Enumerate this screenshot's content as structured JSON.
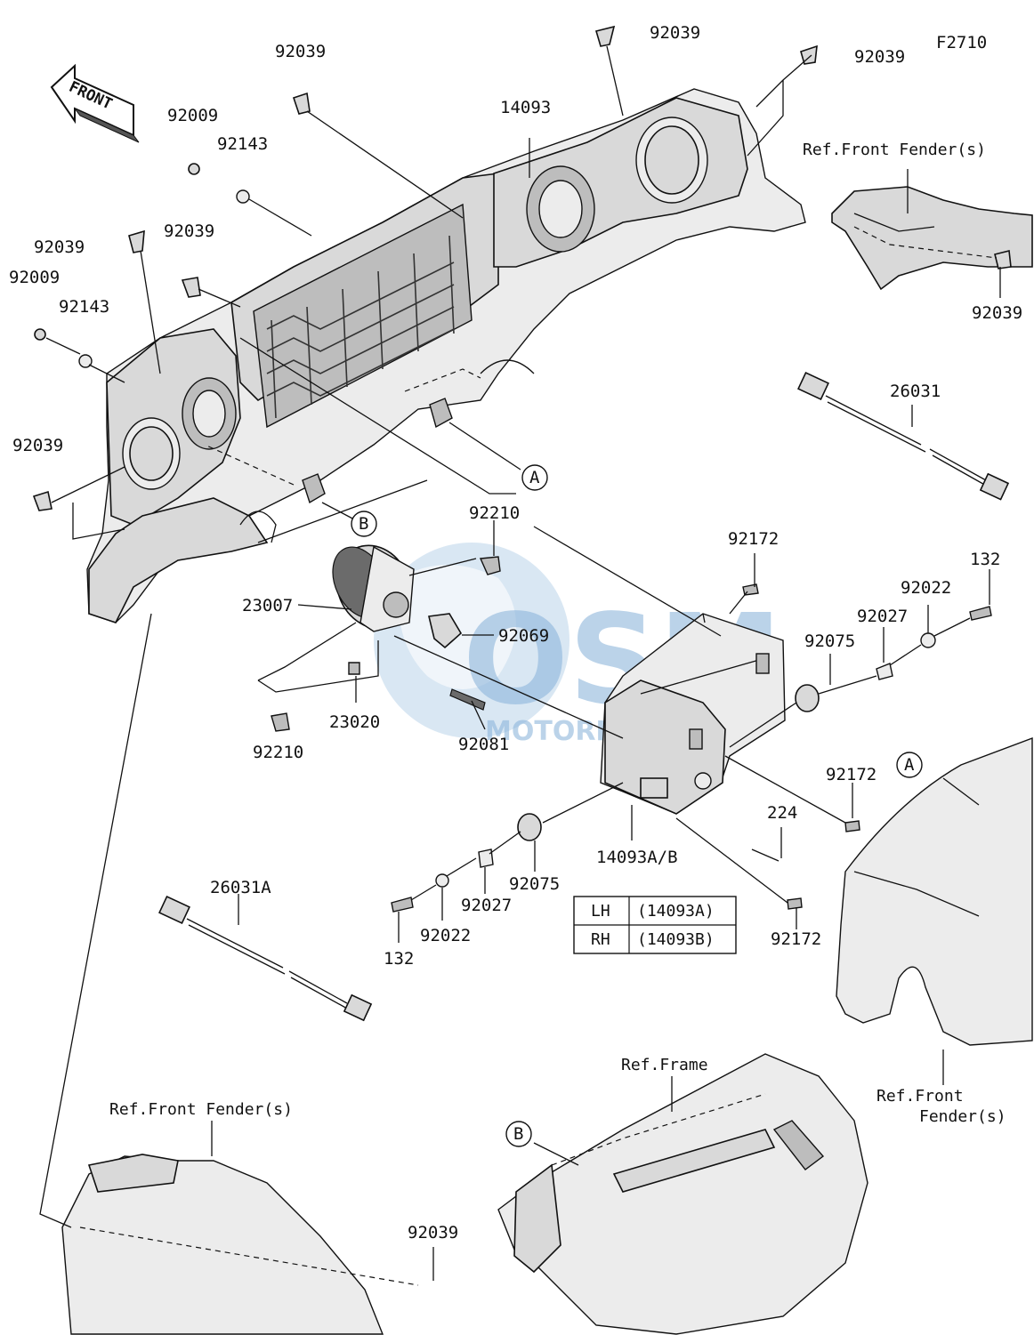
{
  "figure_code": "F2710",
  "front_arrow_text": "FRONT",
  "watermark": {
    "main": "OSM",
    "sub": "MOTORPARTS"
  },
  "part_labels": {
    "p92039_top1": "92039",
    "p92039_top2": "92039",
    "p92039_upper_left": "92039",
    "p92039_left_mid": "92039",
    "p92039_left_center": "92039",
    "p92039_left_low": "92039",
    "p92039_right": "92039",
    "p92039_bottom": "92039",
    "p92009_a": "92009",
    "p92009_b": "92009",
    "p92143_a": "92143",
    "p92143_b": "92143",
    "p14093": "14093",
    "p26031": "26031",
    "p26031A": "26031A",
    "p92210_top": "92210",
    "p92210_low": "92210",
    "p23007": "23007",
    "p92069": "92069",
    "p23020": "23020",
    "p92081": "92081",
    "p92172_top": "92172",
    "p92172_mid": "92172",
    "p92172_low": "92172",
    "p132_right": "132",
    "p132_left": "132",
    "p92022_right": "92022",
    "p92022_left": "92022",
    "p92027_right": "92027",
    "p92027_left": "92027",
    "p92075_right": "92075",
    "p92075_left": "92075",
    "p224": "224",
    "p14093AB": "14093A/B"
  },
  "reference_labels": {
    "front_fender_top": "Ref.Front Fender(s)",
    "front_fender_right_1": "Ref.Front",
    "front_fender_right_2": "Fender(s)",
    "front_fender_bottom": "Ref.Front Fender(s)",
    "frame": "Ref.Frame"
  },
  "callouts": {
    "a": "A",
    "b": "B"
  },
  "side_table": [
    {
      "side": "LH",
      "part": "(14093A)"
    },
    {
      "side": "RH",
      "part": "(14093B)"
    }
  ]
}
